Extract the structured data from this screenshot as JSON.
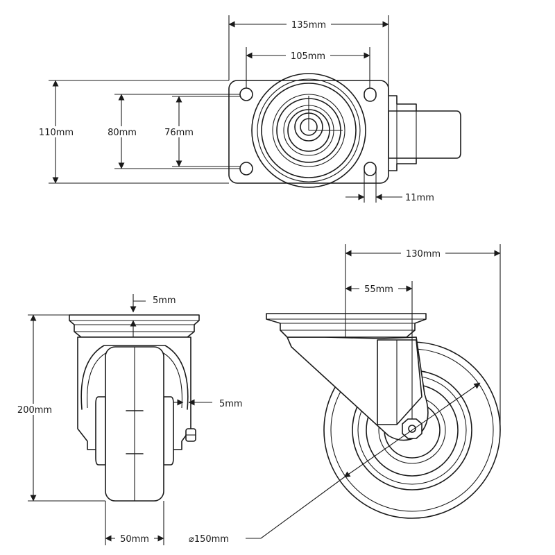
{
  "colors": {
    "line": "#1a1a1a",
    "background": "#ffffff"
  },
  "top_view": {
    "dim_width_overall": "135mm",
    "dim_width_holes": "105mm",
    "dim_height_overall": "110mm",
    "dim_height_holes_a": "80mm",
    "dim_height_holes_b": "76mm",
    "dim_slot": "11mm"
  },
  "front_view": {
    "dim_plate_thickness": "5mm",
    "dim_fork_thickness": "5mm",
    "dim_height_overall": "200mm",
    "dim_wheel_width": "50mm"
  },
  "side_view": {
    "dim_length_overall": "130mm",
    "dim_offset": "55mm",
    "dim_wheel_diameter": "⌀150mm"
  }
}
